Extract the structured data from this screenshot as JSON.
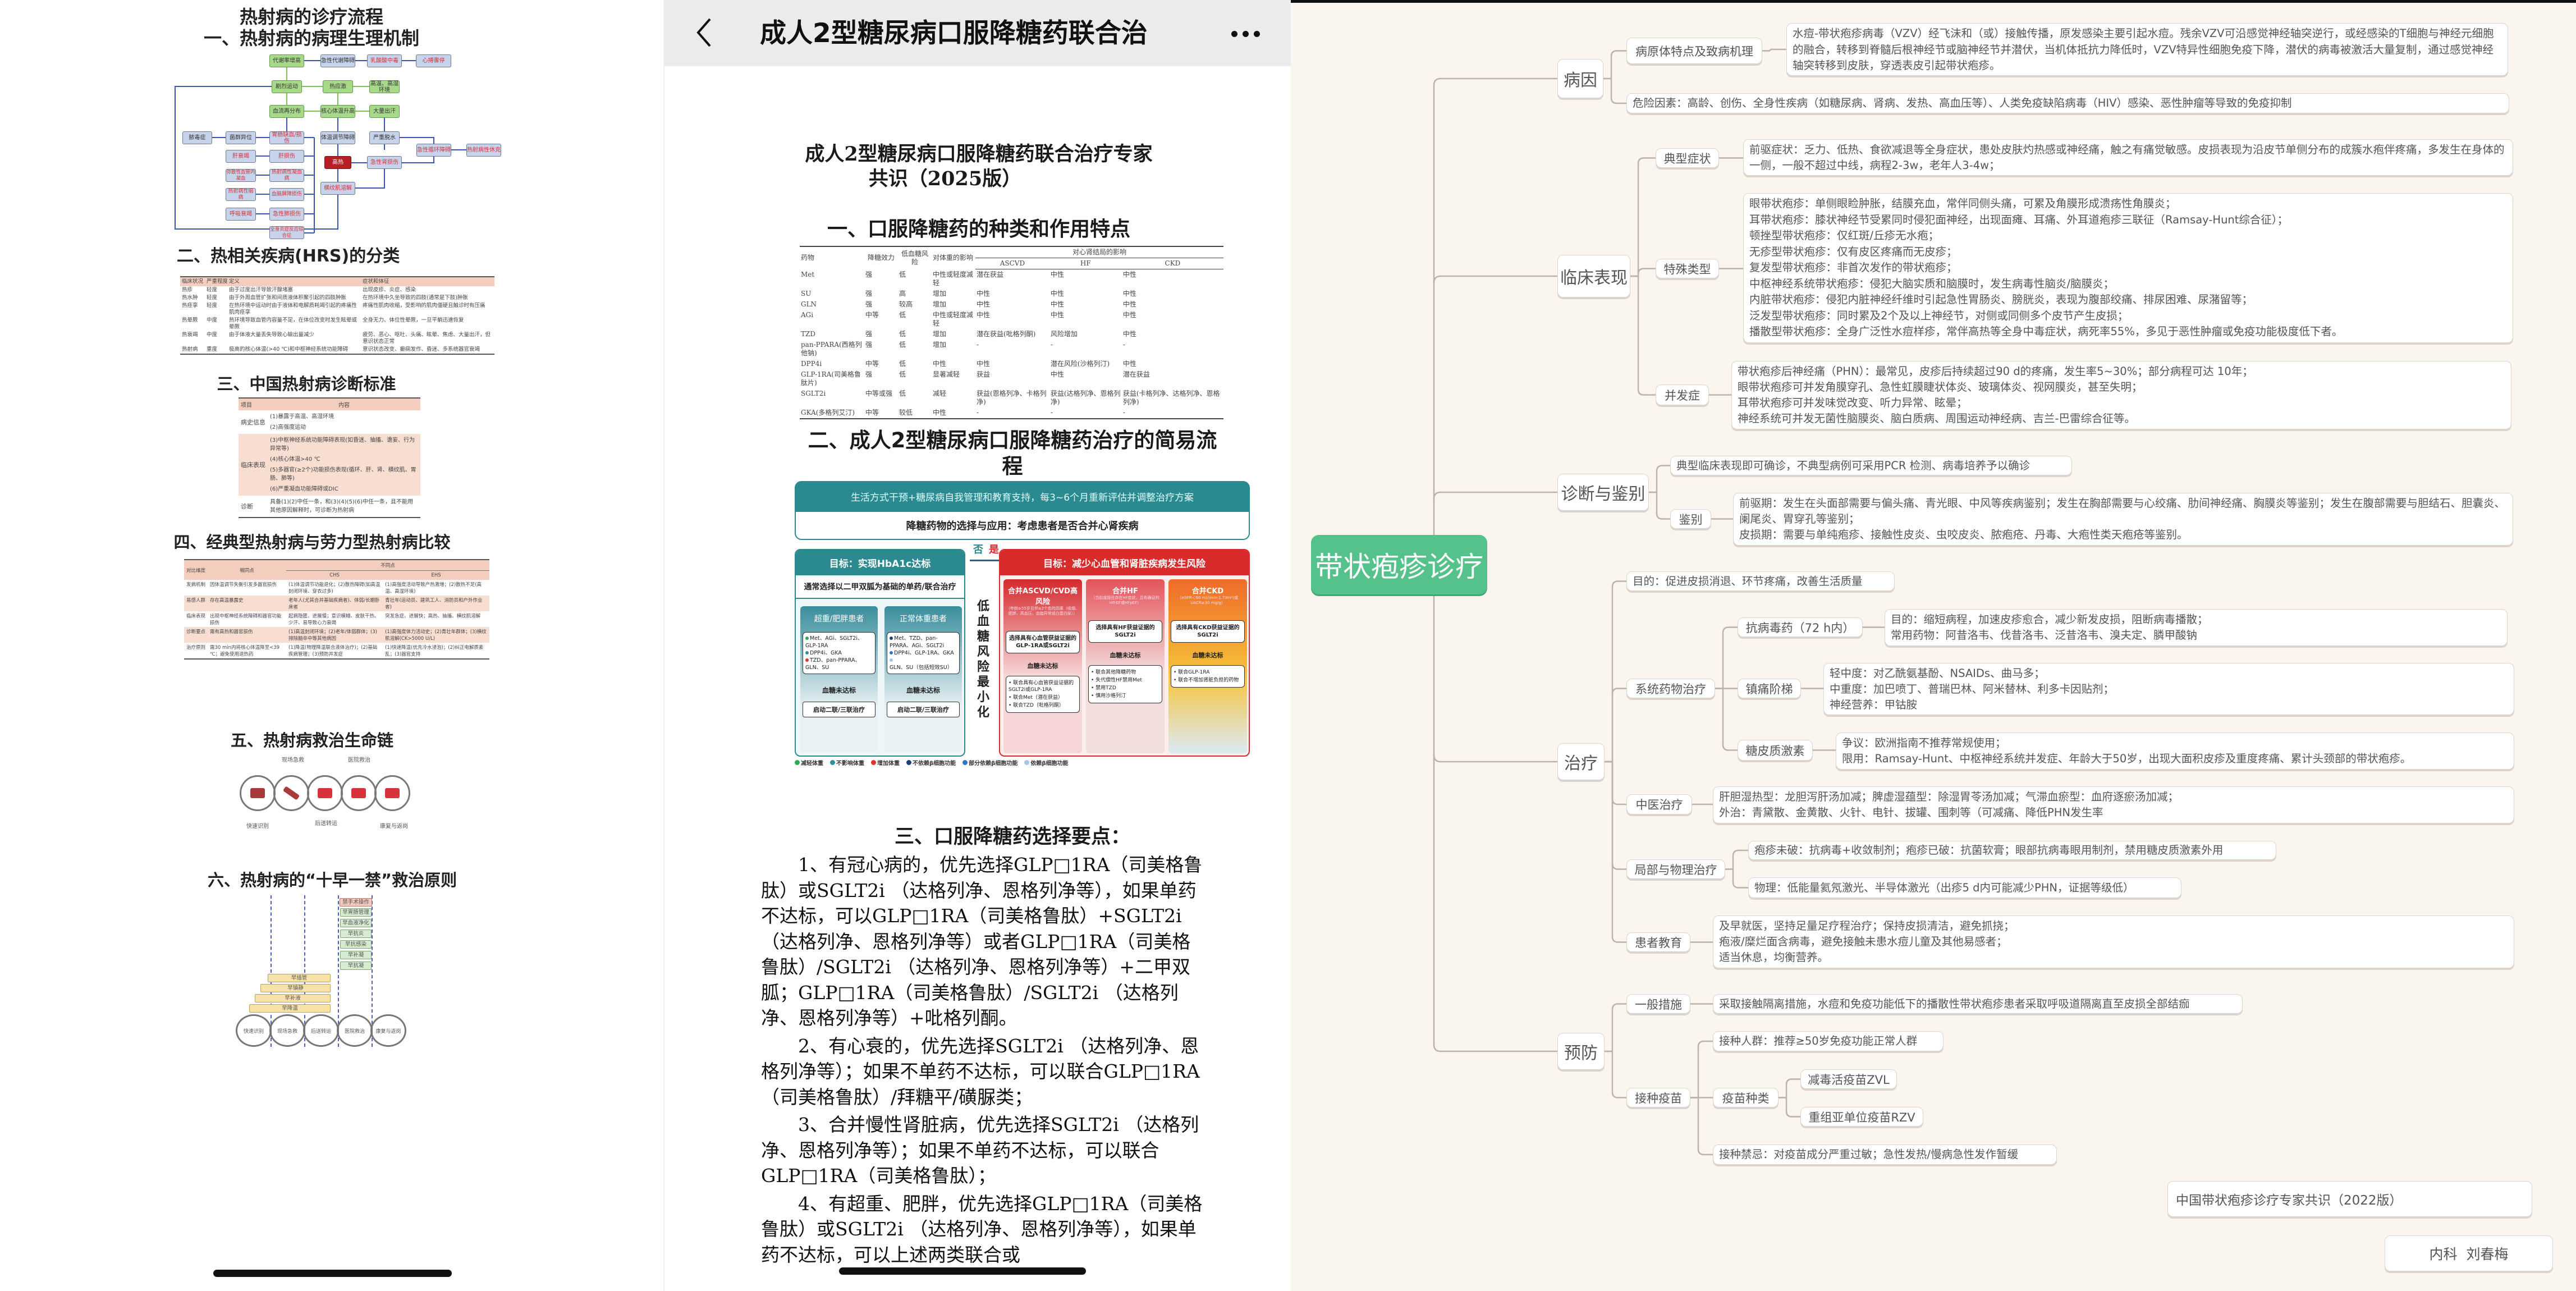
{
  "left": {
    "title": "热射病的诊疗流程",
    "h1": "一、热射病的病理生理机制",
    "h2": "二、热相关疾病(HRS)的分类",
    "h3": "三、中国热射病诊断标准",
    "h4": "四、经典型热射病与劳力型热射病比较",
    "h5": "五、热射病救治生命链",
    "h6": "六、热射病的“十早一禁”救治原则",
    "flow": [
      "代谢率增高",
      "急性代谢障碍",
      "乳酸酸中毒",
      "心搏骤停",
      "剧烈运动",
      "热应激",
      "高温、高湿环境",
      "血流再分布",
      "核心体温升高",
      "大量出汗",
      "脓毒症",
      "菌群异位",
      "胃肠缺血/损伤",
      "体温调节障碍",
      "严重脱水",
      "急性循环障碍",
      "热射病性休克",
      "肝衰竭",
      "肝损伤",
      "高热",
      "急性肾损伤",
      "弥散性血管内凝血",
      "热射病性凝血病",
      "横纹肌溶解",
      "热射病性脑病",
      "血脑屏障损伤",
      "呼吸衰竭",
      "急性肺损伤",
      "全身炎症反应综合征"
    ],
    "hrs_table": {
      "headers": [
        "临床状况",
        "严重程度",
        "定义",
        "症状和体征"
      ],
      "rows": [
        [
          "热疹",
          "轻度",
          "由于过度出汗导致汗腺堵塞",
          "出现皮疹、炎症、感染"
        ],
        [
          "热水肿",
          "轻度",
          "由于外周血管扩张和间质液体积聚引起的四肢肿胀",
          "在热环境中久坐导致的四肢(通常是下肢)肿胀"
        ],
        [
          "热痉挛",
          "轻度",
          "在热环境中运动时由于液体和电解质耗竭引起的疼痛性肌肉痉挛",
          "疼痛性肌肉收缩，受影响的肌肉僵硬且触诊时有压痛"
        ],
        [
          "热晕厥",
          "中度",
          "热环境导致血管内容量不足，在体位改变时发生眩晕或晕厥",
          "全身无力、体位性晕厥，一旦平躺迅速恢复"
        ],
        [
          "热衰竭",
          "中度",
          "由于体液大量丢失导致心输出量减少",
          "疲劳、恶心、呕吐、头痛、眩晕、焦虑、大量出汗，但意识状态正常"
        ],
        [
          "热射病",
          "重度",
          "极高的核心体温(>40 ℃)和中枢神经系统功能障碍",
          "意识状态改变、癫痫发作、昏迷、多系统器官衰竭"
        ]
      ]
    },
    "diag_table": {
      "headers": [
        "项目",
        "内容"
      ],
      "rows": [
        {
          "item": "病史信息",
          "lines": [
            "(1)暴露于高温、高湿环境",
            "(2)高强度运动"
          ]
        },
        {
          "item": "临床表现",
          "lines": [
            "(3)中枢神经系统功能障碍表现(如昏迷、抽搐、谵妄、行为异常等)",
            "(4)核心体温>40 ℃",
            "(5)多器官(≥2个)功能损伤表现(循环、肝、肾、横纹肌、胃肠、肺等)",
            "(6)严重凝血功能障碍或DIC"
          ]
        },
        {
          "item": "诊断",
          "lines": [
            "具备(1)(2)中任一条，和(3)(4)(5)(6)中任一条，且不能用其他原因解释时，可诊断为热射病"
          ]
        }
      ]
    },
    "cmp_table": {
      "headers": [
        "对比维度",
        "相同点",
        "不同点",
        "CHS",
        "EHS"
      ],
      "rows": [
        [
          "发病机制",
          "因体温调节失衡引发多器官损伤",
          "(1)体温调节功能退化；(2)散热障碍(如高温封闭环境、穿衣过多)",
          "(1)高强度活动导致产热激增；(2)散热不足(高温、高湿环境)"
        ],
        [
          "易感人群",
          "存在高温暴露史",
          "老年人(尤其合并基础疾病者)、体弱/长期卧床者",
          "青壮年(运动员、建筑工人、消防员和户外作业者)"
        ],
        [
          "临床表现",
          "出现中枢神经系统障碍和器官功能损伤",
          "起病隐匿、进展慢；意识模糊、皮肤干热、少汗、易导致心力衰竭",
          "突发急症、进展快；高热、抽搐、横纹肌溶解"
        ],
        [
          "诊断要点",
          "需有高热和器官损伤",
          "(1)高温封闭环境；(2)老年/体弱群体；(3)排除脑卒中等其他病因",
          "(1)高强度体力活动史；(2)青壮年群体；(3)横纹肌溶解(CK>5000 U/L)"
        ],
        [
          "治疗原则",
          "需30 min内将核心体温降至<39 ℃；避免使用退热药",
          "(1)降温(物理降温联合液体治疗)；(2)基础疾病管理；(3)预防并发症",
          "(1)快速降温(优先冷水浸泡)；(2)纠正电解质紊乱；(3)器官支持"
        ]
      ]
    },
    "chain": {
      "top": [
        "现场急救",
        "医院救治"
      ],
      "bottom": [
        "快速识别",
        "后送转运",
        "康复与返岗"
      ],
      "stages": [
        "快速识别",
        "现场急救",
        "后送转运",
        "医院救治",
        "康复与返岗"
      ]
    },
    "principles": {
      "ban": "禁手术操作",
      "hospital": [
        "早胃肠管理",
        "早血液净化",
        "早抗炎",
        "早抗感染",
        "早补凝",
        "早抗凝"
      ],
      "field": [
        "早插管",
        "早镇静",
        "早补液",
        "早降温"
      ]
    }
  },
  "middle": {
    "header_title": "成人2型糖尿病口服降糖药联合治",
    "back_icon": "chevron-left",
    "more_icon": "ellipsis",
    "doc_title_1": "成人2型糖尿病口服降糖药联合治疗专家",
    "doc_title_2": "共识（2025版）",
    "sec1": "一、口服降糖药的种类和作用特点",
    "table": {
      "headers": [
        "药物",
        "降糖效力",
        "低血糖风险",
        "对体重的影响",
        "对心肾结局的影响",
        "ASCVD",
        "HF",
        "CKD"
      ],
      "rows": [
        [
          "Met",
          "强",
          "低",
          "中性或轻度减轻",
          "潜在获益",
          "中性",
          "中性"
        ],
        [
          "SU",
          "强",
          "高",
          "增加",
          "中性",
          "中性",
          "中性"
        ],
        [
          "GLN",
          "强",
          "较高",
          "增加",
          "中性",
          "中性",
          "中性"
        ],
        [
          "AGi",
          "中等",
          "低",
          "中性或轻度减轻",
          "中性",
          "中性",
          "中性"
        ],
        [
          "TZD",
          "强",
          "低",
          "增加",
          "潜在获益(吡格列酮)",
          "风险增加",
          "中性"
        ],
        [
          "pan-PPARA(西格列他钠)",
          "强",
          "低",
          "增加",
          "-",
          "-",
          "-"
        ],
        [
          "DPP4i",
          "中等",
          "低",
          "中性",
          "中性",
          "潜在风险(沙格列汀)",
          "中性"
        ],
        [
          "GLP-1RA(司美格鲁肽片)",
          "强",
          "低",
          "显著减轻",
          "获益",
          "中性",
          "潜在获益"
        ],
        [
          "SGLT2i",
          "中等或强",
          "低",
          "减轻",
          "获益(恩格列净、卡格列净)",
          "获益(达格列净、恩格列净)",
          "获益(卡格列净、达格列净、恩格列净)"
        ],
        [
          "GKA(多格列艾汀)",
          "中等",
          "较低",
          "中性",
          "-",
          "-",
          "-"
        ]
      ]
    },
    "sec2": "二、成人2型糖尿病口服降糖药治疗的简易流程",
    "flow": {
      "top": "生活方式干预+糖尿病自我管理和教育支持，每3~6个月重新评估并调整治疗方案",
      "sub": "降糖药物的选择与应用：考虑患者是否合并心肾疾病",
      "no": "否",
      "yes": "是",
      "middle": "低血糖风险最小化",
      "left_goal": "目标：实现HbA1c达标",
      "left_usual": "通常选择以二甲双胍为基础的单药/联合治疗",
      "not_met": "血糖未达标",
      "start": "启动二联/三联治疗",
      "left_cols": [
        {
          "title": "超重/肥胖患者",
          "items": [
            "Met、AGi、SGLT2i、GLP-1RA",
            "DPP4i、GKA",
            "TZD、pan-PPARA、GLN、SU"
          ],
          "colors": [
            "#2ea85a",
            "#2f8f97",
            "#e0332c"
          ]
        },
        {
          "title": "正常体重患者",
          "items": [
            "Met、TZD、pan-PPARA、AGi、SGLT2i",
            "DPP4i、GLP-1RA、GKA",
            "GLN、SU（包括短效SU）"
          ],
          "colors": [
            "#1f3f77",
            "#2f77c2",
            "#a8c4e6"
          ]
        }
      ],
      "right_goal": "目标：减少心血管和肾脏疾病发生风险",
      "right_cols": [
        {
          "title": "合并ASCVD/CVD高风险",
          "note": "（年龄≥55岁且伴≥2个危险因素（吸烟、肥胖、高血压、血脂异常或白蛋白尿））",
          "box": "选择具有心血管获益证据的GLP-1RA或SGLT2i",
          "items": [
            "联合具有心血管获益证据的SGLT2i或GLP-1RA",
            "联合Met（潜在获益）",
            "联合TZD（吡格列酮）"
          ]
        },
        {
          "title": "合并HF",
          "note": "（当前或既往存在HF症状，且有确证的HFrEF或HFpEF）",
          "box": "选择具有HF获益证据的SGLT2i",
          "items": [
            "联合其他降糖药物",
            "失代偿性HF禁用Met",
            "禁用TZD",
            "慎用沙格列汀"
          ]
        },
        {
          "title": "合并CKD",
          "note": "（eGFR＜60 ml/(min·1.73m²)或UACR≥30 mg/g）",
          "box": "选择具有CKD获益证据的SGLT2i",
          "items": [
            "联合GLP-1RA",
            "联合不增加肾脏负担的药物"
          ]
        }
      ],
      "legend": [
        {
          "label": "减轻体重",
          "color": "#2ea85a"
        },
        {
          "label": "不影响体重",
          "color": "#2f8f97"
        },
        {
          "label": "增加体重",
          "color": "#e0332c"
        },
        {
          "label": "不依赖β细胞功能",
          "color": "#1f3f77"
        },
        {
          "label": "部分依赖β细胞功能",
          "color": "#2f77c2"
        },
        {
          "label": "依赖β细胞功能",
          "color": "#a8c4e6"
        }
      ]
    },
    "sec3": "三、口服降糖药选择要点：",
    "paragraphs": [
      "1、有冠心病的，优先选择GLP□1RA（司美格鲁肽）或SGLT2i （达格列净、恩格列净等），如果单药不达标，可以GLP□1RA（司美格鲁肽）+SGLT2i （达格列净、恩格列净等）或者GLP□1RA（司美格鲁肽）/SGLT2i （达格列净、恩格列净等）+二甲双胍；GLP□1RA（司美格鲁肽）/SGLT2i （达格列净、恩格列净等）+吡格列酮。",
      "2、有心衰的，优先选择SGLT2i （达格列净、恩格列净等）；如果不单药不达标，可以联合GLP□1RA（司美格鲁肽）/拜糖平/磺脲类；",
      "3、合并慢性肾脏病，优先选择SGLT2i （达格列净、恩格列净等）；如果不单药不达标，可以联合GLP□1RA（司美格鲁肽）；",
      "4、有超重、肥胖，优先选择GLP□1RA（司美格鲁肽）或SGLT2i （达格列净、恩格列净等），如果单药不达标，可以上述两类联合或"
    ]
  },
  "mindmap": {
    "root": "带状疱疹诊疗",
    "accent": "#55c28b",
    "n": {
      "etiology": "病因",
      "pathogen": "病原体特点及致病机理",
      "pathogen_leaf": "水痘-带状疱疹病毒（VZV）经飞沫和（或）接触传播，原发感染主要引起水痘。残余VZV可沿感觉神经轴突逆行，或经感染的T细胞与神经元细胞的融合，转移到脊髓后根神经节或脑神经节并潜伏，当机体抵抗力降低时，VZV特异性细胞免疫下降，潜伏的病毒被激活大量复制，通过感觉神经轴突转移到皮肤，穿透表皮引起带状疱疹。",
      "risk_leaf": "危险因素：高龄、创伤、全身性疾病（如糖尿病、肾病、发热、高血压等）、人类免疫缺陷病毒（HIV）感染、恶性肿瘤等导致的免疫抑制",
      "clinical": "临床表现",
      "typical": "典型症状",
      "typical_leaf": "前驱症状：乏力、低热、食欲减退等全身症状，患处皮肤灼热感或神经痛，触之有痛觉敏感。皮损表现为沿皮节单侧分布的成簇水疱伴疼痛，多发生在身体的一侧，一般不超过中线，病程2-3w，老年人3-4w；",
      "special": "特殊类型",
      "special_leaf": [
        "眼带状疱疹：单侧眼睑肿胀，结膜充血，常伴同侧头痛，可累及角膜形成溃疡性角膜炎；",
        "耳带状疱疹：膝状神经节受累同时侵犯面神经，出现面瘫、耳痛、外耳道疱疹三联征（Ramsay-Hunt综合征）；",
        "顿挫型带状疱疹：仅红斑/丘疹无水疱；",
        "无疹型带状疱疹：仅有皮区疼痛而无皮疹；",
        "复发型带状疱疹：非首次发作的带状疱疹；",
        "中枢神经系统带状疱疹：侵犯大脑实质和脑膜时，发生病毒性脑炎/脑膜炎；",
        "内脏带状疱疹：侵犯内脏神经纤维时引起急性胃肠炎、膀胱炎，表现为腹部绞痛、排尿困难、尿潴留等；",
        "泛发型带状疱疹：同时累及2个及以上神经节，对侧或同侧多个皮节产生皮损；",
        "播散型带状疱疹：全身广泛性水痘样疹，常伴高热等全身中毒症状，病死率55%，多见于恶性肿瘤或免疫功能极度低下者。"
      ],
      "complication": "并发症",
      "complication_leaf": [
        "带状疱疹后神经痛（PHN）：最常见，皮疹后持续超过90 d的疼痛，发生率5~30%；部分病程可达 10年；",
        "眼带状疱疹可并发角膜穿孔、急性虹膜睫状体炎、玻璃体炎、视网膜炎，甚至失明；",
        "耳带状疱疹可并发味觉改变、听力异常、眩晕；",
        "神经系统可并发无菌性脑膜炎、脑白质病、周围运动神经病、吉兰-巴雷综合征等。"
      ],
      "diagnosis": "诊断与鉴别",
      "diagnosis_leaf": "典型临床表现即可确诊，不典型病例可采用PCR 检测、病毒培养予以确诊",
      "differential": "鉴别",
      "differential_leaf": [
        "前驱期：发生在头面部需要与偏头痛、青光眼、中风等疾病鉴别；发生在胸部需要与心绞痛、肋间神经痛、胸膜炎等鉴别；发生在腹部需要与胆结石、胆囊炎、阑尾炎、胃穿孔等鉴别；",
        "皮损期：需要与单纯疱疹、接触性皮炎、虫咬皮炎、脓疱疮、丹毒、大疱性类天疱疮等鉴别。"
      ],
      "treatment": "治疗",
      "goal_leaf": "目的：促进皮损消退、环节疼痛，改善生活质量",
      "systemic": "系统药物治疗",
      "antiviral": "抗病毒药（72 h内）",
      "antiviral_leaf": [
        "目的：缩短病程，加速皮疹愈合，减少新发皮损，阻断病毒播散；",
        "常用药物：阿昔洛韦、伐昔洛韦、泛昔洛韦、溴夫定、膦甲酸钠"
      ],
      "analgesic": "镇痛阶梯",
      "analgesic_leaf": [
        "轻中度：对乙酰氨基酚、NSAIDs、曲马多；",
        "中重度：加巴喷丁、普瑞巴林、阿米替林、利多卡因贴剂；",
        "神经营养：甲钴胺"
      ],
      "steroid": "糖皮质激素",
      "steroid_leaf": [
        "争议：欧洲指南不推荐常规使用；",
        "限用：Ramsay-Hunt、中枢神经系统并发症、年龄大于50岁，出现大面积皮疹及重度疼痛、累计头颈部的带状疱疹。"
      ],
      "tcm": "中医治疗",
      "tcm_leaf": [
        "肝胆湿热型：龙胆泻肝汤加减；脾虚湿蕴型：除湿胃苓汤加减；气滞血瘀型：血府逐瘀汤加减；",
        "外治：青黛散、金黄散、火针、电针、拔罐、围刺等（可减痛、降低PHN发生率"
      ],
      "local": "局部与物理治疗",
      "local_leaf1": "疱疹未破：抗病毒+收敛制剂；疱疹已破：抗菌软膏；眼部抗病毒眼用制剂，禁用糖皮质激素外用",
      "local_leaf2": "物理：低能量氦氖激光、半导体激光（出疹5 d内可能减少PHN，证据等级低）",
      "education": "患者教育",
      "education_leaf": [
        "及早就医，坚持足量足疗程治疗；保持皮损清洁，避免抓挠；",
        "疱液/糜烂面含病毒，避免接触未患水痘儿童及其他易感者；",
        "适当休息，均衡营养。"
      ],
      "prevention": "预防",
      "general": "一般措施",
      "general_leaf": "采取接触隔离措施，水痘和免疫功能低下的播散性带状疱疹患者采取呼吸道隔离直至皮损全部结痂",
      "vaccine": "接种疫苗",
      "vaccine_pop": "接种人群：推荐≥50岁免疫功能正常人群",
      "vaccine_type": "疫苗种类",
      "zvl": "减毒活疫苗ZVL",
      "rzv": "重组亚单位疫苗RZV",
      "vaccine_contra": "接种禁忌：对疫苗成分严重过敏；急性发热/慢病急性发作暂缓",
      "source": "中国带状疱疹诊疗专家共识（2022版）",
      "author": "内科  刘春梅"
    }
  }
}
